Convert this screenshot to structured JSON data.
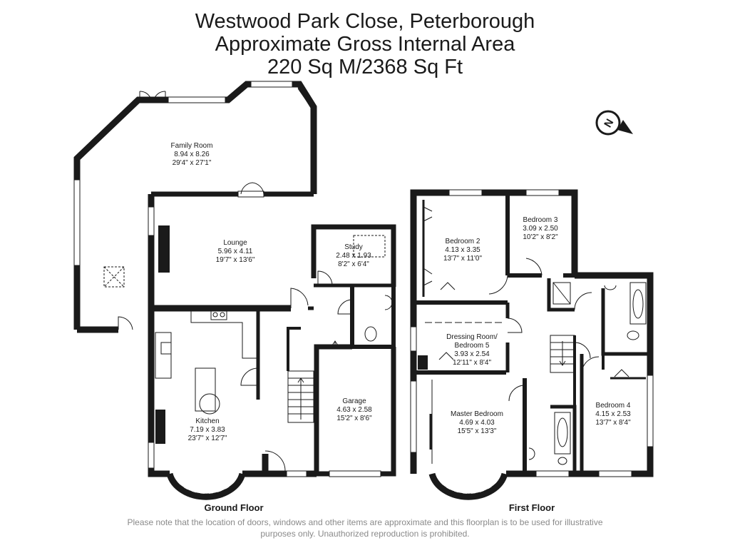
{
  "header": {
    "line1": "Westwood Park Close, Peterborough",
    "line2": "Approximate Gross Internal Area",
    "line3": "220 Sq M/2368 Sq Ft"
  },
  "compass": {
    "label": "N"
  },
  "ground_floor": {
    "label": "Ground Floor",
    "rooms": {
      "family_room": {
        "name": "Family Room",
        "metric": "8.94 x 8.26",
        "imperial": "29'4\" x 27'1\""
      },
      "lounge": {
        "name": "Lounge",
        "metric": "5.96 x 4.11",
        "imperial": "19'7\" x 13'6\""
      },
      "study": {
        "name": "Study",
        "metric": "2.48 x 1.93",
        "imperial": "8'2\" x 6'4\""
      },
      "kitchen": {
        "name": "Kitchen",
        "metric": "7.19 x 3.83",
        "imperial": "23'7\" x 12'7\""
      },
      "garage": {
        "name": "Garage",
        "metric": "4.63 x 2.58",
        "imperial": "15'2\" x 8'6\""
      }
    }
  },
  "first_floor": {
    "label": "First Floor",
    "rooms": {
      "bedroom_2": {
        "name": "Bedroom 2",
        "metric": "4.13 x 3.35",
        "imperial": "13'7\" x 11'0\""
      },
      "bedroom_3": {
        "name": "Bedroom 3",
        "metric": "3.09 x 2.50",
        "imperial": "10'2\" x 8'2\""
      },
      "dressing_room": {
        "name_1": "Dressing Room/",
        "name_2": "Bedroom 5",
        "metric": "3.93 x 2.54",
        "imperial": "12'11\" x 8'4\""
      },
      "master_bedroom": {
        "name": "Master Bedroom",
        "metric": "4.69 x 4.03",
        "imperial": "15'5\" x 13'3\""
      },
      "bedroom_4": {
        "name": "Bedroom 4",
        "metric": "4.15 x 2.53",
        "imperial": "13'7\" x 8'4\""
      }
    }
  },
  "footer": {
    "note_line1": "Please note that the location of doors, windows and other items are approximate and this floorplan is to be used for illustrative",
    "note_line2": "purposes only. Unauthorized reproduction is prohibited."
  }
}
